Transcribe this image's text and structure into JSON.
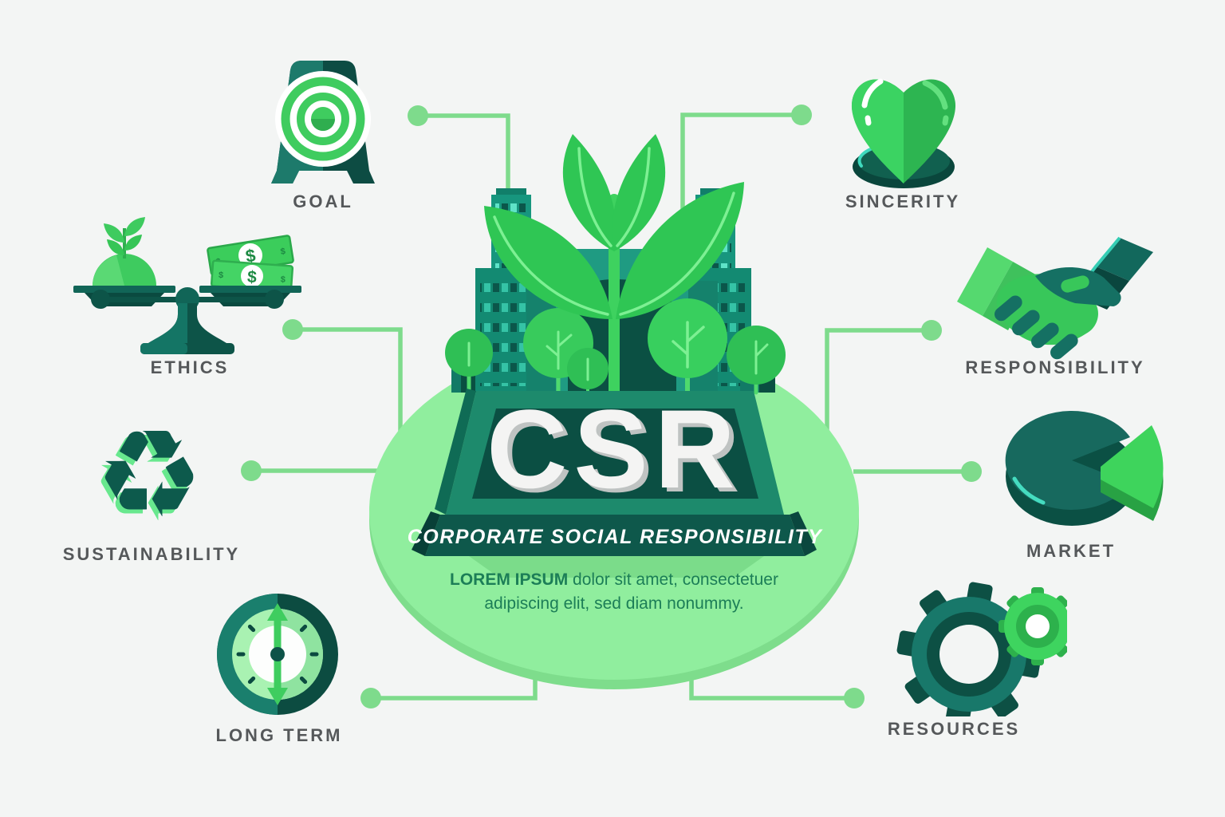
{
  "title": "CSR",
  "subtitle": "CORPORATE SOCIAL RESPONSIBILITY",
  "description": {
    "lead": "LOREM IPSUM",
    "body": " dolor sit amet, consectetuer adipiscing elit, sed diam nonummy."
  },
  "items": [
    {
      "id": "goal",
      "label": "GOAL",
      "icon": "target-icon"
    },
    {
      "id": "sincerity",
      "label": "SINCERITY",
      "icon": "heart-icon"
    },
    {
      "id": "ethics",
      "label": "ETHICS",
      "icon": "balance-scale-icon",
      "currency": "$"
    },
    {
      "id": "responsibility",
      "label": "RESPONSIBILITY",
      "icon": "handshake-icon"
    },
    {
      "id": "sustainability",
      "label": "SUSTAINABILITY",
      "icon": "recycle-icon",
      "glyph": "♻"
    },
    {
      "id": "market",
      "label": "MARKET",
      "icon": "pie-chart-icon"
    },
    {
      "id": "long-term",
      "label": "LONG TERM",
      "icon": "clock-icon"
    },
    {
      "id": "resources",
      "label": "RESOURCES",
      "icon": "gears-icon"
    }
  ],
  "colors": {
    "background": "#f3f5f4",
    "connector": "#7edb8c",
    "ellipse": "#90ee9e",
    "ellipse_shadow": "#7edd8c",
    "banner_frame": "#1d8a6c",
    "banner_panel": "#0b4f43",
    "banner_bar": "#0e584b",
    "building_teal": "#17967e",
    "leaf_green": "#2fc654",
    "label_text": "#55585a",
    "description_text": "#1c7e57",
    "title_text": "#f4f4f3"
  }
}
